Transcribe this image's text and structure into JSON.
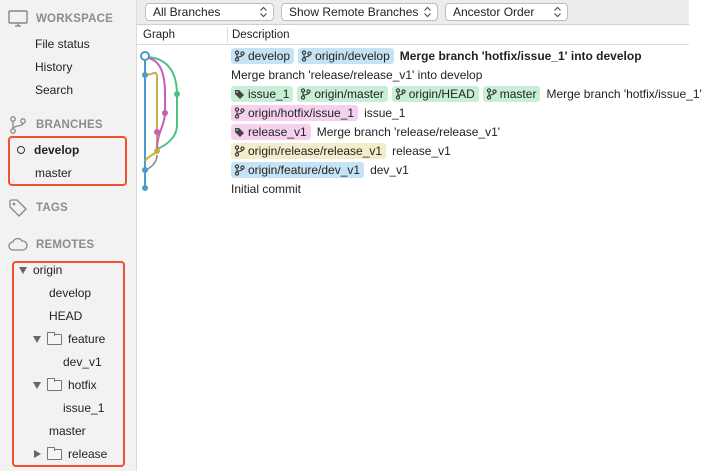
{
  "sidebar": {
    "workspace": {
      "title": "WORKSPACE",
      "items": [
        "File status",
        "History",
        "Search"
      ]
    },
    "branches": {
      "title": "BRANCHES",
      "items": [
        {
          "label": "develop",
          "current": true
        },
        {
          "label": "master",
          "current": false
        }
      ]
    },
    "tags": {
      "title": "TAGS"
    },
    "remotes": {
      "title": "REMOTES",
      "origin": "origin",
      "develop": "develop",
      "head": "HEAD",
      "feature": "feature",
      "dev_v1": "dev_v1",
      "hotfix": "hotfix",
      "issue_1": "issue_1",
      "master": "master",
      "release": "release"
    }
  },
  "toolbar": {
    "branches_select": "All Branches",
    "remote_select": "Show Remote Branches",
    "order_select": "Ancestor Order"
  },
  "columns": {
    "graph": "Graph",
    "description": "Description"
  },
  "commits": [
    {
      "tags": [
        {
          "text": "develop",
          "kind": "branch",
          "color": "blue"
        },
        {
          "text": "origin/develop",
          "kind": "branch",
          "color": "blue"
        }
      ],
      "message": "Merge branch 'hotfix/issue_1' into develop",
      "bold": true
    },
    {
      "tags": [],
      "message": "Merge branch 'release/release_v1' into develop",
      "bold": false
    },
    {
      "tags": [
        {
          "text": "issue_1",
          "kind": "tag",
          "color": "green"
        },
        {
          "text": "origin/master",
          "kind": "branch",
          "color": "green"
        },
        {
          "text": "origin/HEAD",
          "kind": "branch",
          "color": "green"
        },
        {
          "text": "master",
          "kind": "branch",
          "color": "green"
        }
      ],
      "message": "Merge branch 'hotfix/issue_1'",
      "bold": false
    },
    {
      "tags": [
        {
          "text": "origin/hotfix/issue_1",
          "kind": "branch",
          "color": "pink"
        }
      ],
      "message": "issue_1",
      "bold": false
    },
    {
      "tags": [
        {
          "text": "release_v1",
          "kind": "tag",
          "color": "pink"
        }
      ],
      "message": "Merge branch 'release/release_v1'",
      "bold": false
    },
    {
      "tags": [
        {
          "text": "origin/release/release_v1",
          "kind": "branch",
          "color": "tan"
        }
      ],
      "message": "release_v1",
      "bold": false
    },
    {
      "tags": [
        {
          "text": "origin/feature/dev_v1",
          "kind": "branch",
          "color": "blue"
        }
      ],
      "message": "dev_v1",
      "bold": false
    },
    {
      "tags": [],
      "message": "Initial commit",
      "bold": false
    }
  ],
  "colors": {
    "highlight_box": "#f1502f",
    "lane_blue": "#4e9ac6",
    "lane_green": "#4fc084",
    "lane_pink": "#c55fb8",
    "lane_tan": "#c5b140",
    "lane_grey": "#8a8a8a"
  }
}
